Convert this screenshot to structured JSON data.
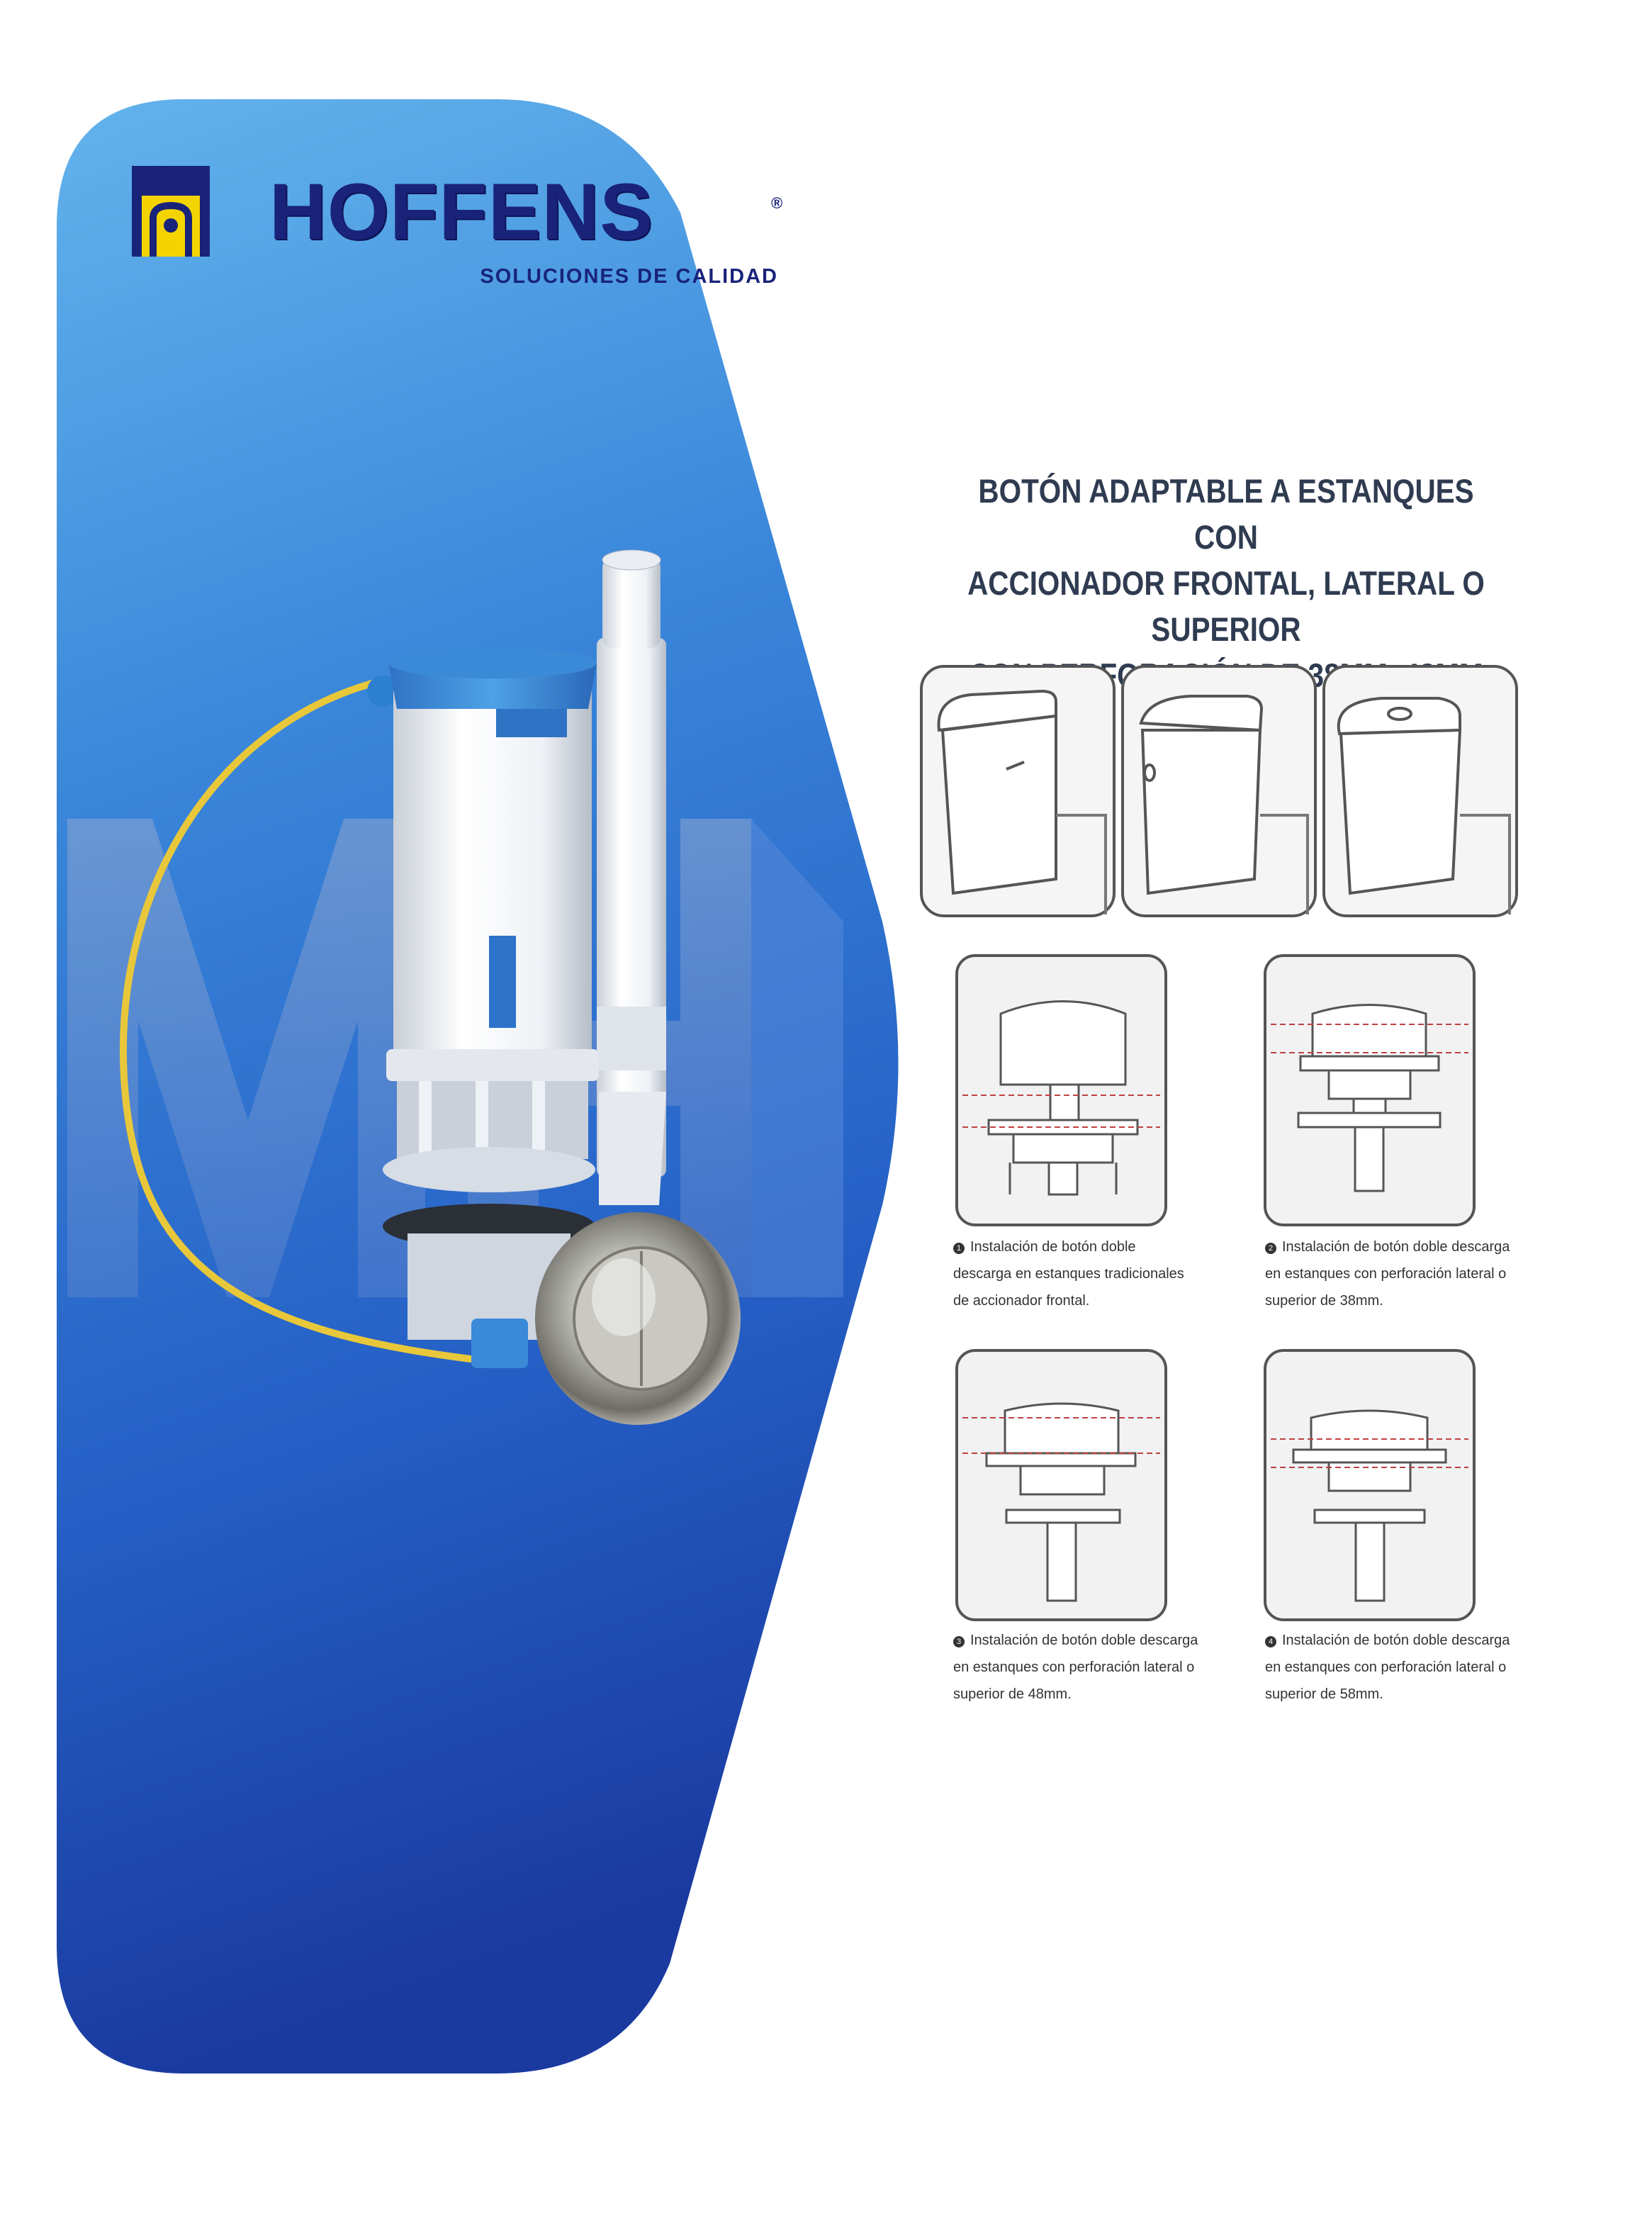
{
  "brand": {
    "name": "HOFFENS",
    "registered_mark": "®",
    "tagline": "SOLUCIONES DE CALIDAD"
  },
  "headline": {
    "line1": "BOTÓN ADAPTABLE A ESTANQUES CON",
    "line2": "ACCIONADOR FRONTAL, LATERAL O SUPERIOR",
    "line3": "CON PERFORACIÓN DE 38MM, 48MM O 58MM."
  },
  "steps": [
    {
      "number": "1",
      "lines": [
        "Instalación de botón doble",
        "descarga en estanques tradicionales",
        "de accionador frontal."
      ]
    },
    {
      "number": "2",
      "lines": [
        "Instalación de botón doble descarga",
        "en estanques con perforación lateral o",
        "superior de 38mm."
      ]
    },
    {
      "number": "3",
      "lines": [
        "Instalación de botón doble descarga",
        "en estanques con perforación lateral o",
        "superior de 48mm."
      ]
    },
    {
      "number": "4",
      "lines": [
        "Instalación de botón doble descarga",
        "en estanques con perforación lateral o",
        "superior de 58mm."
      ]
    }
  ],
  "colors": {
    "panel_top": "#5fb0ea",
    "panel_mid": "#2f74d0",
    "panel_bottom": "#1a3a9e",
    "brand_navy": "#19237a",
    "brand_yellow": "#f4d400",
    "heading_text": "#2f3b50"
  },
  "icons": {
    "logo_mark": "hoffens-h-mark-icon",
    "product": "dual-flush-valve-icon",
    "tank_front": "toilet-tank-front-lever-icon",
    "tank_side": "toilet-tank-side-button-icon",
    "tank_top": "toilet-tank-top-button-icon",
    "install": "button-install-diagram-icon"
  }
}
